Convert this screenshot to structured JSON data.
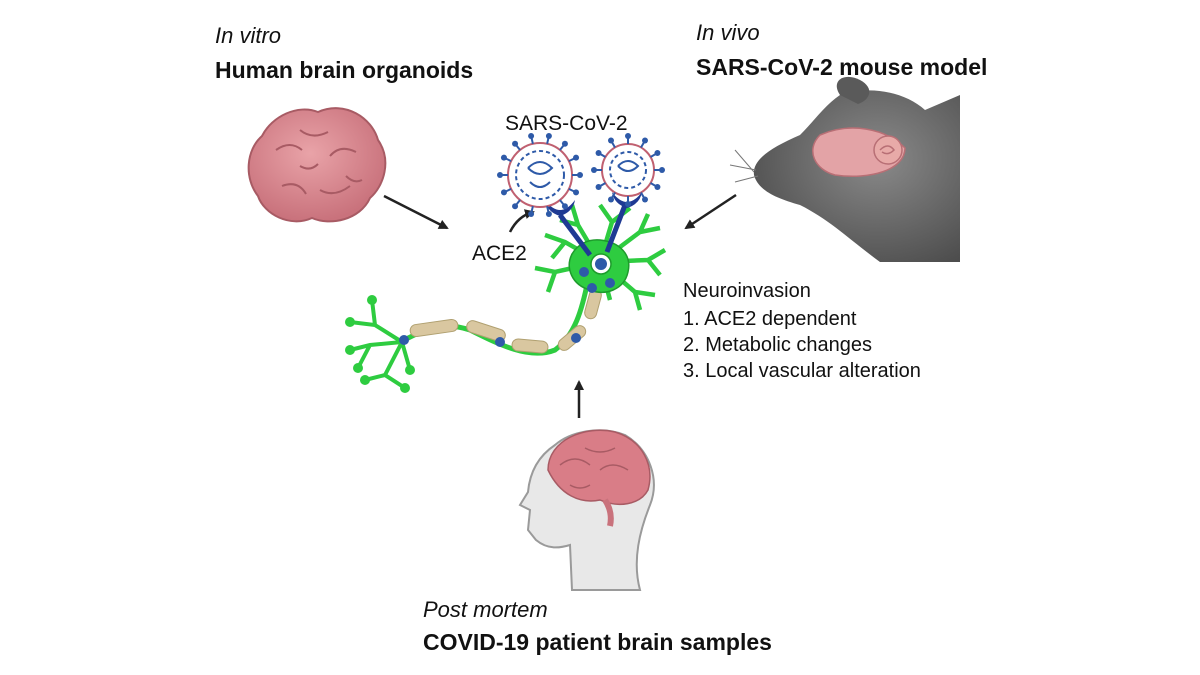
{
  "in_vitro": {
    "context": "In vitro",
    "title": "Human brain organoids"
  },
  "in_vivo": {
    "context": "In vivo",
    "title": "SARS-CoV-2 mouse model"
  },
  "post_mortem": {
    "context": "Post mortem",
    "title": "COVID-19 patient brain samples"
  },
  "virus_label": "SARS-CoV-2",
  "receptor_label": "ACE2",
  "neuroinvasion": {
    "heading": "Neuroinvasion",
    "items": [
      "1. ACE2 dependent",
      "2. Metabolic changes",
      "3. Local vascular alteration"
    ]
  },
  "colors": {
    "neuron": "#2ecc40",
    "neuron_dark": "#1e9b2c",
    "receptor": "#1f3a93",
    "virus": "#2e5aa8",
    "brain_pink": "#d9808a",
    "mouse_gray": "#6e6e6e",
    "arrow": "#222222"
  },
  "icons": [
    "organoid-icon",
    "virus-icon",
    "ace2-receptor-icon",
    "neuron-icon",
    "mouse-head-icon",
    "human-head-icon"
  ]
}
